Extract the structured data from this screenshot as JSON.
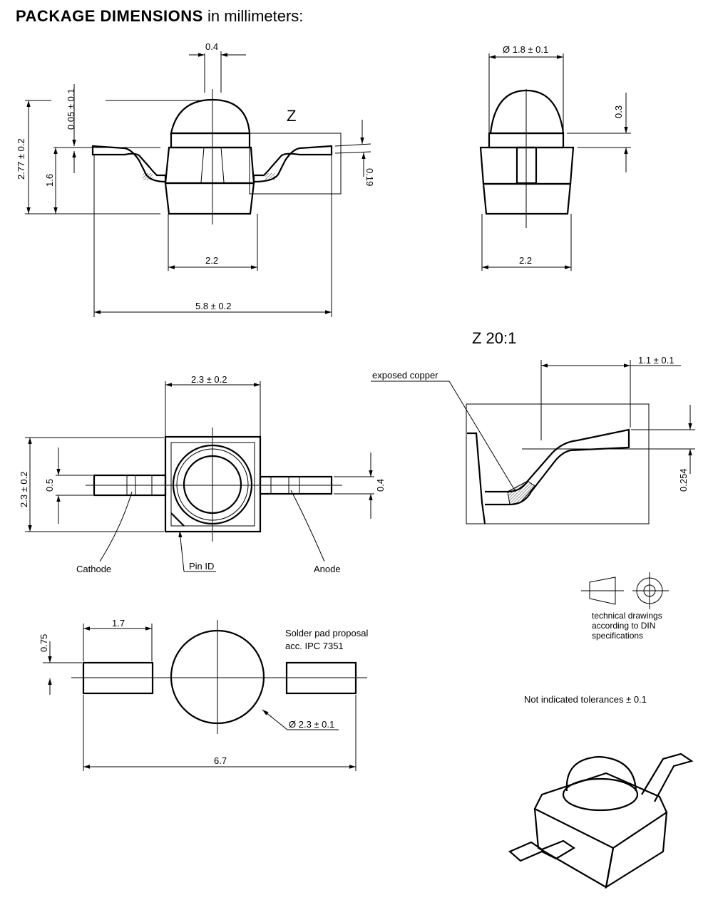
{
  "header": {
    "title_bold": "PACKAGE DIMENSIONS",
    "title_rest": " in millimeters:"
  },
  "side_view": {
    "dim_lens_width": "0.4",
    "dim_standoff": "0.05 ± 0.1",
    "dim_total_height": "2.77 ± 0.2",
    "dim_lead_height": "1.6",
    "dim_body_width": "2.2",
    "dim_overall_length": "5.8 ± 0.2",
    "dim_lead_thickness": "0.19",
    "detail_label": "Z"
  },
  "front_view": {
    "dim_lens_diameter": "Ø 1.8 ± 0.1",
    "dim_lens_offset": "0.3",
    "dim_body_width": "2.2"
  },
  "top_view": {
    "dim_body_width": "2.3 ± 0.2",
    "dim_body_height": "2.3 ± 0.2",
    "dim_lead_width_left": "0.5",
    "dim_lead_width_right": "0.4",
    "label_cathode": "Cathode",
    "label_pin_id": "Pin ID",
    "label_anode": "Anode"
  },
  "detail_z": {
    "title": "Z 20:1",
    "label_exposed_copper": "exposed copper",
    "dim_lead_length": "1.1 ± 0.1",
    "dim_lead_offset": "0.254"
  },
  "solder_pad": {
    "title_line1": "Solder pad proposal",
    "title_line2": "acc. IPC 7351",
    "dim_pad_length": "1.7",
    "dim_pad_height": "0.75",
    "dim_center_diameter": "Ø 2.3 ± 0.1",
    "dim_total_length": "6.7"
  },
  "din_note": {
    "line1": "technical drawings",
    "line2": "according to DIN",
    "line3": "specifications"
  },
  "tolerance_note": "Not indicated tolerances ± 0.1"
}
